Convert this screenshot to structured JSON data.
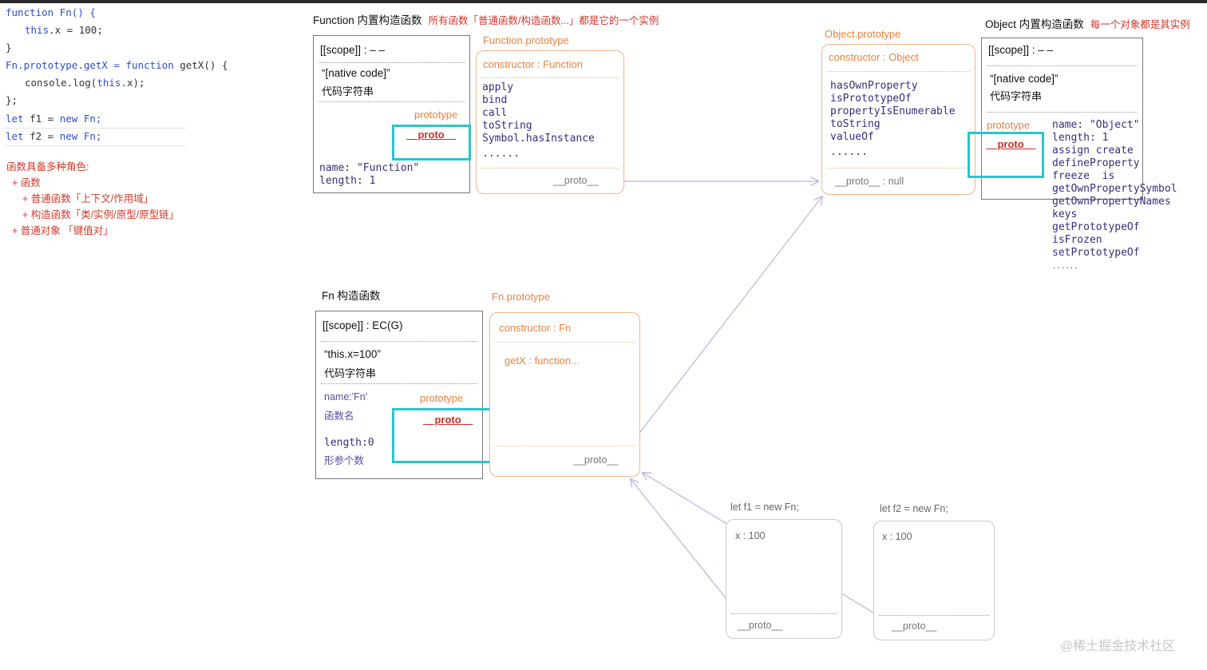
{
  "code": {
    "l1a": "function",
    "l1b": " Fn() {",
    "l2a": "this",
    "l2b": ".x = 100;",
    "l3": "}",
    "l4a": "Fn.prototype.getX = ",
    "l4b": "function",
    "l4c": " getX() {",
    "l5a": "console.log(",
    "l5b": "this",
    "l5c": ".x);",
    "l6": "};",
    "l7a": "let",
    "l7b": " f1 = ",
    "l7c": "new",
    "l7d": " Fn;",
    "l8a": "let",
    "l8b": " f2 = ",
    "l8c": "new",
    "l8d": " Fn;"
  },
  "roles": {
    "heading": "函数具备多种角色:",
    "r1": "+ 函数",
    "r2": "+ 普通函数「上下文/作用域」",
    "r3": "+ 构造函数「类/实例/原型/原型链」",
    "r4": "+ 普通对象 「键值对」"
  },
  "function_ctor": {
    "title": "Function 内置构造函数",
    "note": "所有函数「普通函数/构造函数...」都是它的一个实例",
    "scope": "[[scope]] : – –",
    "native1": "“[native code]”",
    "native2": "代码字符串",
    "prototype": "prototype",
    "proto": "__proto__",
    "name": "name: \"Function\"",
    "length": "length: 1"
  },
  "function_prototype": {
    "title": "Function.prototype",
    "constructor": "constructor : Function",
    "methods": "apply\nbind\ncall\ntoString\nSymbol.hasInstance",
    "ellipsis": "......",
    "proto": "__proto__"
  },
  "object_prototype": {
    "title": "Object.prototype",
    "constructor": "constructor :   Object",
    "methods": "hasOwnProperty\nisPrototypeOf\npropertyIsEnumerable\ntoString\nvalueOf",
    "ellipsis": "......",
    "proto": "__proto__  :  null"
  },
  "object_ctor": {
    "title": "Object 内置构造函数",
    "note": "每一个对象都是其实例",
    "scope": "[[scope]] : – –",
    "native1": "“[native code]”",
    "native2": "代码字符串",
    "prototype": "prototype",
    "proto": "__proto__",
    "props": "name: \"Object\"\nlength: 1\nassign create\ndefineProperty\nfreeze  is\ngetOwnPropertySymbol\ngetOwnPropertyNames\nkeys\ngetPrototypeOf\nisFrozen\nsetPrototypeOf",
    "ellipsis": "......"
  },
  "fn_ctor": {
    "title": "Fn 构造函数",
    "scope": "[[scope]] : EC(G)",
    "code1": "“this.x=100”",
    "code2": "代码字符串",
    "name": "name:'Fn'",
    "name_cn": "函数名",
    "prototype": "prototype",
    "proto": "__proto__",
    "length": "length:0",
    "length_cn": "形参个数"
  },
  "fn_prototype": {
    "title": "Fn.prototype",
    "constructor": "constructor : Fn",
    "getx": "getX : function...",
    "proto": "__proto__"
  },
  "f1": {
    "label": "let f1 = new Fn;",
    "x": "x :  100",
    "proto": "__proto__"
  },
  "f2": {
    "label": "let f2 = new Fn;",
    "x": "x : 100",
    "proto": "__proto__"
  },
  "watermark": "@稀土掘金技术社区",
  "colors": {
    "cyan_highlight": "#27c6cc",
    "orange": "#e8823f",
    "red": "#d03a2c",
    "arrow": "#b9b6dc"
  }
}
